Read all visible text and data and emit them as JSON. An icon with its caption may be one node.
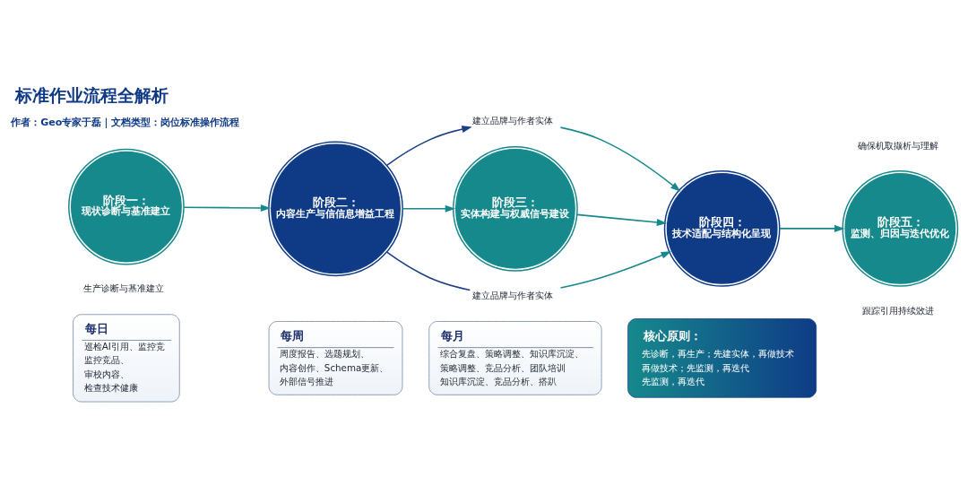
{
  "diagram": {
    "title": "标准作业流程全解析",
    "nodes": [
      {
        "text": [
          "阶段一：",
          "现状诊断与基准建立"
        ],
        "beside": [
          "生产诊断与基准建立"
        ]
      },
      {
        "text": [
          "阶段二：",
          "内容生产与信信息增益工程"
        ]
      },
      {
        "text": [
          "建立品牌与作者实体"
        ]
      },
      {
        "text": [
          "阶段三：",
          "实体构建与权威信号建设"
        ]
      },
      {
        "text": [
          "建立品牌与作者实体"
        ]
      },
      {
        "text": [
          "阶段四：",
          "技术适配与结构化呈现"
        ]
      },
      {
        "text": [
          "阶段五：",
          "监测、归因与迭代优化"
        ],
        "beside": [
          "确保机取撷析与理解",
          "跟踪引用持续敚进"
        ]
      },
      {
        "text": [
          "每日",
          "巡检AI引用、监控竞",
          "监控竞品、",
          "审校内容、",
          "检查技术健康"
        ]
      },
      {
        "text": [
          "每周",
          "周度报告、选题规划、",
          "内容创作、Schema更新、",
          "外部信号推进"
        ]
      },
      {
        "text": [
          "每月",
          "综合复盘、策略调整、知识库沉淀、",
          "策略调整、竞品分析、团队培训",
          "知识库沉淀、竞品分析、搭趴"
        ]
      },
      {
        "text": [
          "核心原则：",
          "先诊断，再生产；先建实体，再做技术",
          "再做技术；先监测，再迭代",
          "先监测，再迭代"
        ]
      }
    ],
    "edges": [
      {
        "from": 0,
        "to": 1,
        "arrow": "to"
      },
      {
        "from": 1,
        "to": 3,
        "arrow": "to"
      },
      {
        "from": 3,
        "to": 5,
        "arrow": "to"
      },
      {
        "from": 5,
        "to": 6,
        "arrow": "to"
      },
      {
        "from": 1,
        "to": 2,
        "arrow": "to",
        "color": "#1c3f86"
      },
      {
        "from": 2,
        "to": 5,
        "arrow": "to"
      },
      {
        "from": 1,
        "to": 4,
        "arrow": "none",
        "color": "#1c3f86"
      },
      {
        "from": 4,
        "to": 5,
        "arrow": "to"
      }
    ],
    "labels": [
      "作者：Geo专家于磊｜文档类型：岗位标准操作流程"
    ]
  }
}
